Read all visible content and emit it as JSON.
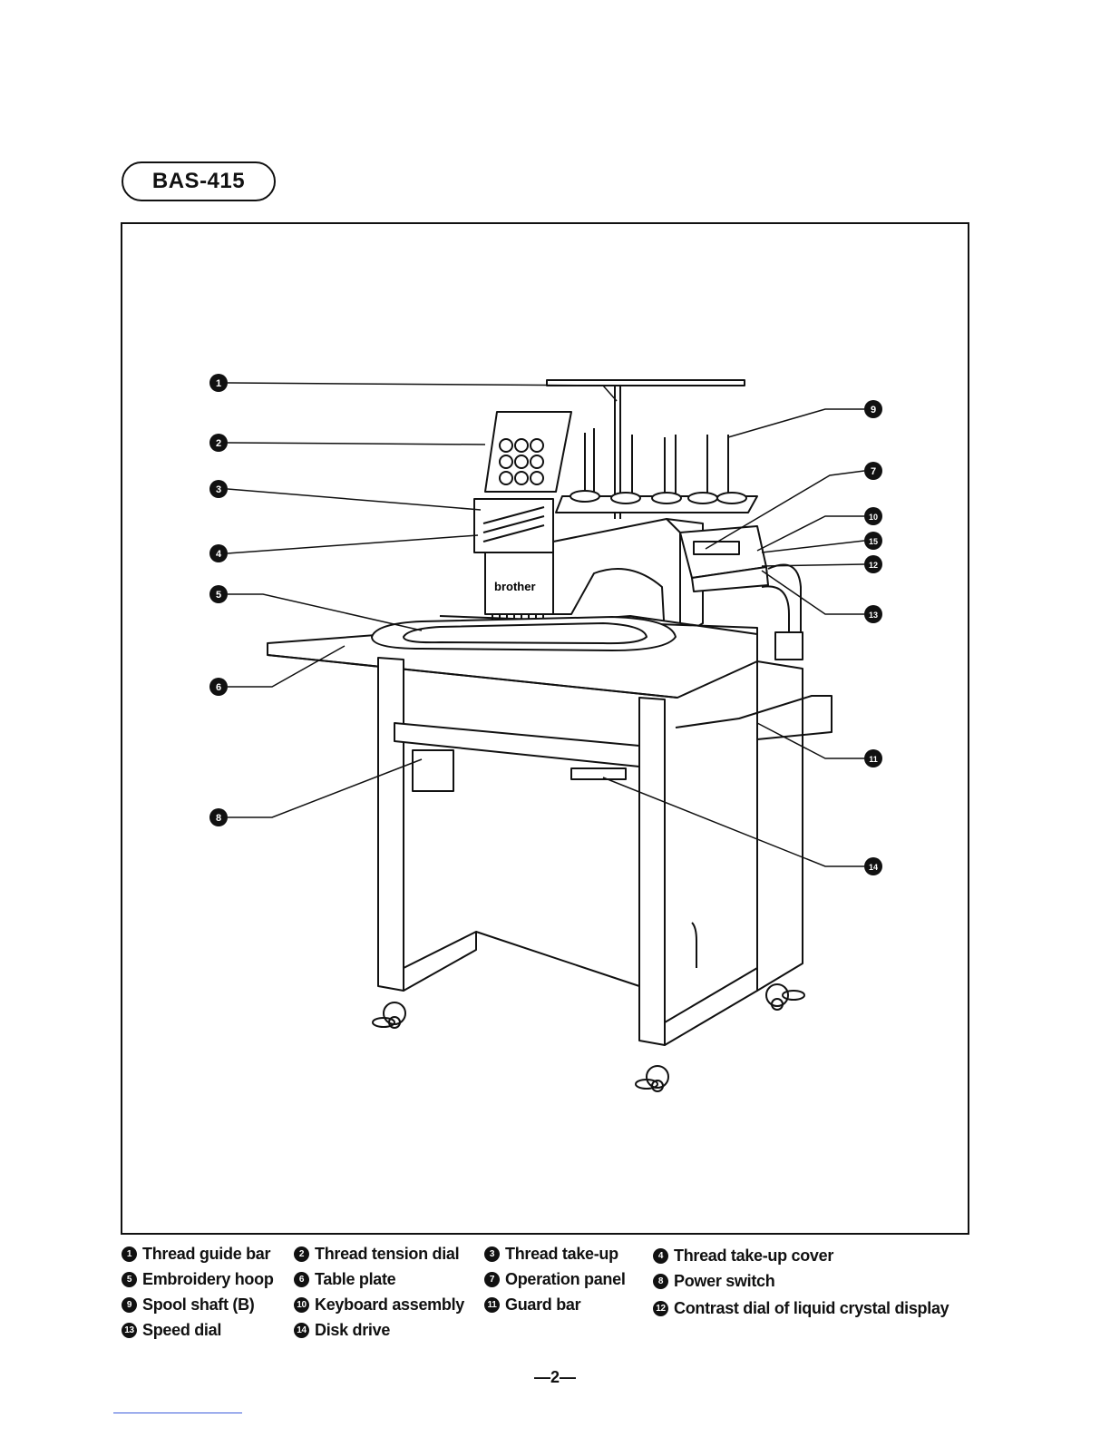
{
  "model": "BAS-415",
  "page_number": "—2—",
  "figure": {
    "brand_label": "brother",
    "callouts": [
      {
        "num": "1"
      },
      {
        "num": "2"
      },
      {
        "num": "3"
      },
      {
        "num": "4"
      },
      {
        "num": "5"
      },
      {
        "num": "6"
      },
      {
        "num": "8"
      },
      {
        "num": "9"
      },
      {
        "num": "7"
      },
      {
        "num": "10"
      },
      {
        "num": "15"
      },
      {
        "num": "12"
      },
      {
        "num": "13"
      },
      {
        "num": "11"
      },
      {
        "num": "14"
      }
    ]
  },
  "legend": [
    {
      "num": "1",
      "label": "Thread guide bar"
    },
    {
      "num": "2",
      "label": "Thread tension dial"
    },
    {
      "num": "3",
      "label": "Thread take-up"
    },
    {
      "num": "4",
      "label": "Thread take-up cover"
    },
    {
      "num": "5",
      "label": "Embroidery hoop"
    },
    {
      "num": "6",
      "label": "Table plate"
    },
    {
      "num": "7",
      "label": "Operation panel"
    },
    {
      "num": "8",
      "label": "Power switch"
    },
    {
      "num": "9",
      "label": "Spool shaft (B)"
    },
    {
      "num": "10",
      "label": "Keyboard assembly"
    },
    {
      "num": "11",
      "label": "Guard bar"
    },
    {
      "num": "12",
      "label": "Contrast dial of liquid crystal display"
    },
    {
      "num": "13",
      "label": "Speed dial"
    },
    {
      "num": "14",
      "label": "Disk drive"
    }
  ]
}
